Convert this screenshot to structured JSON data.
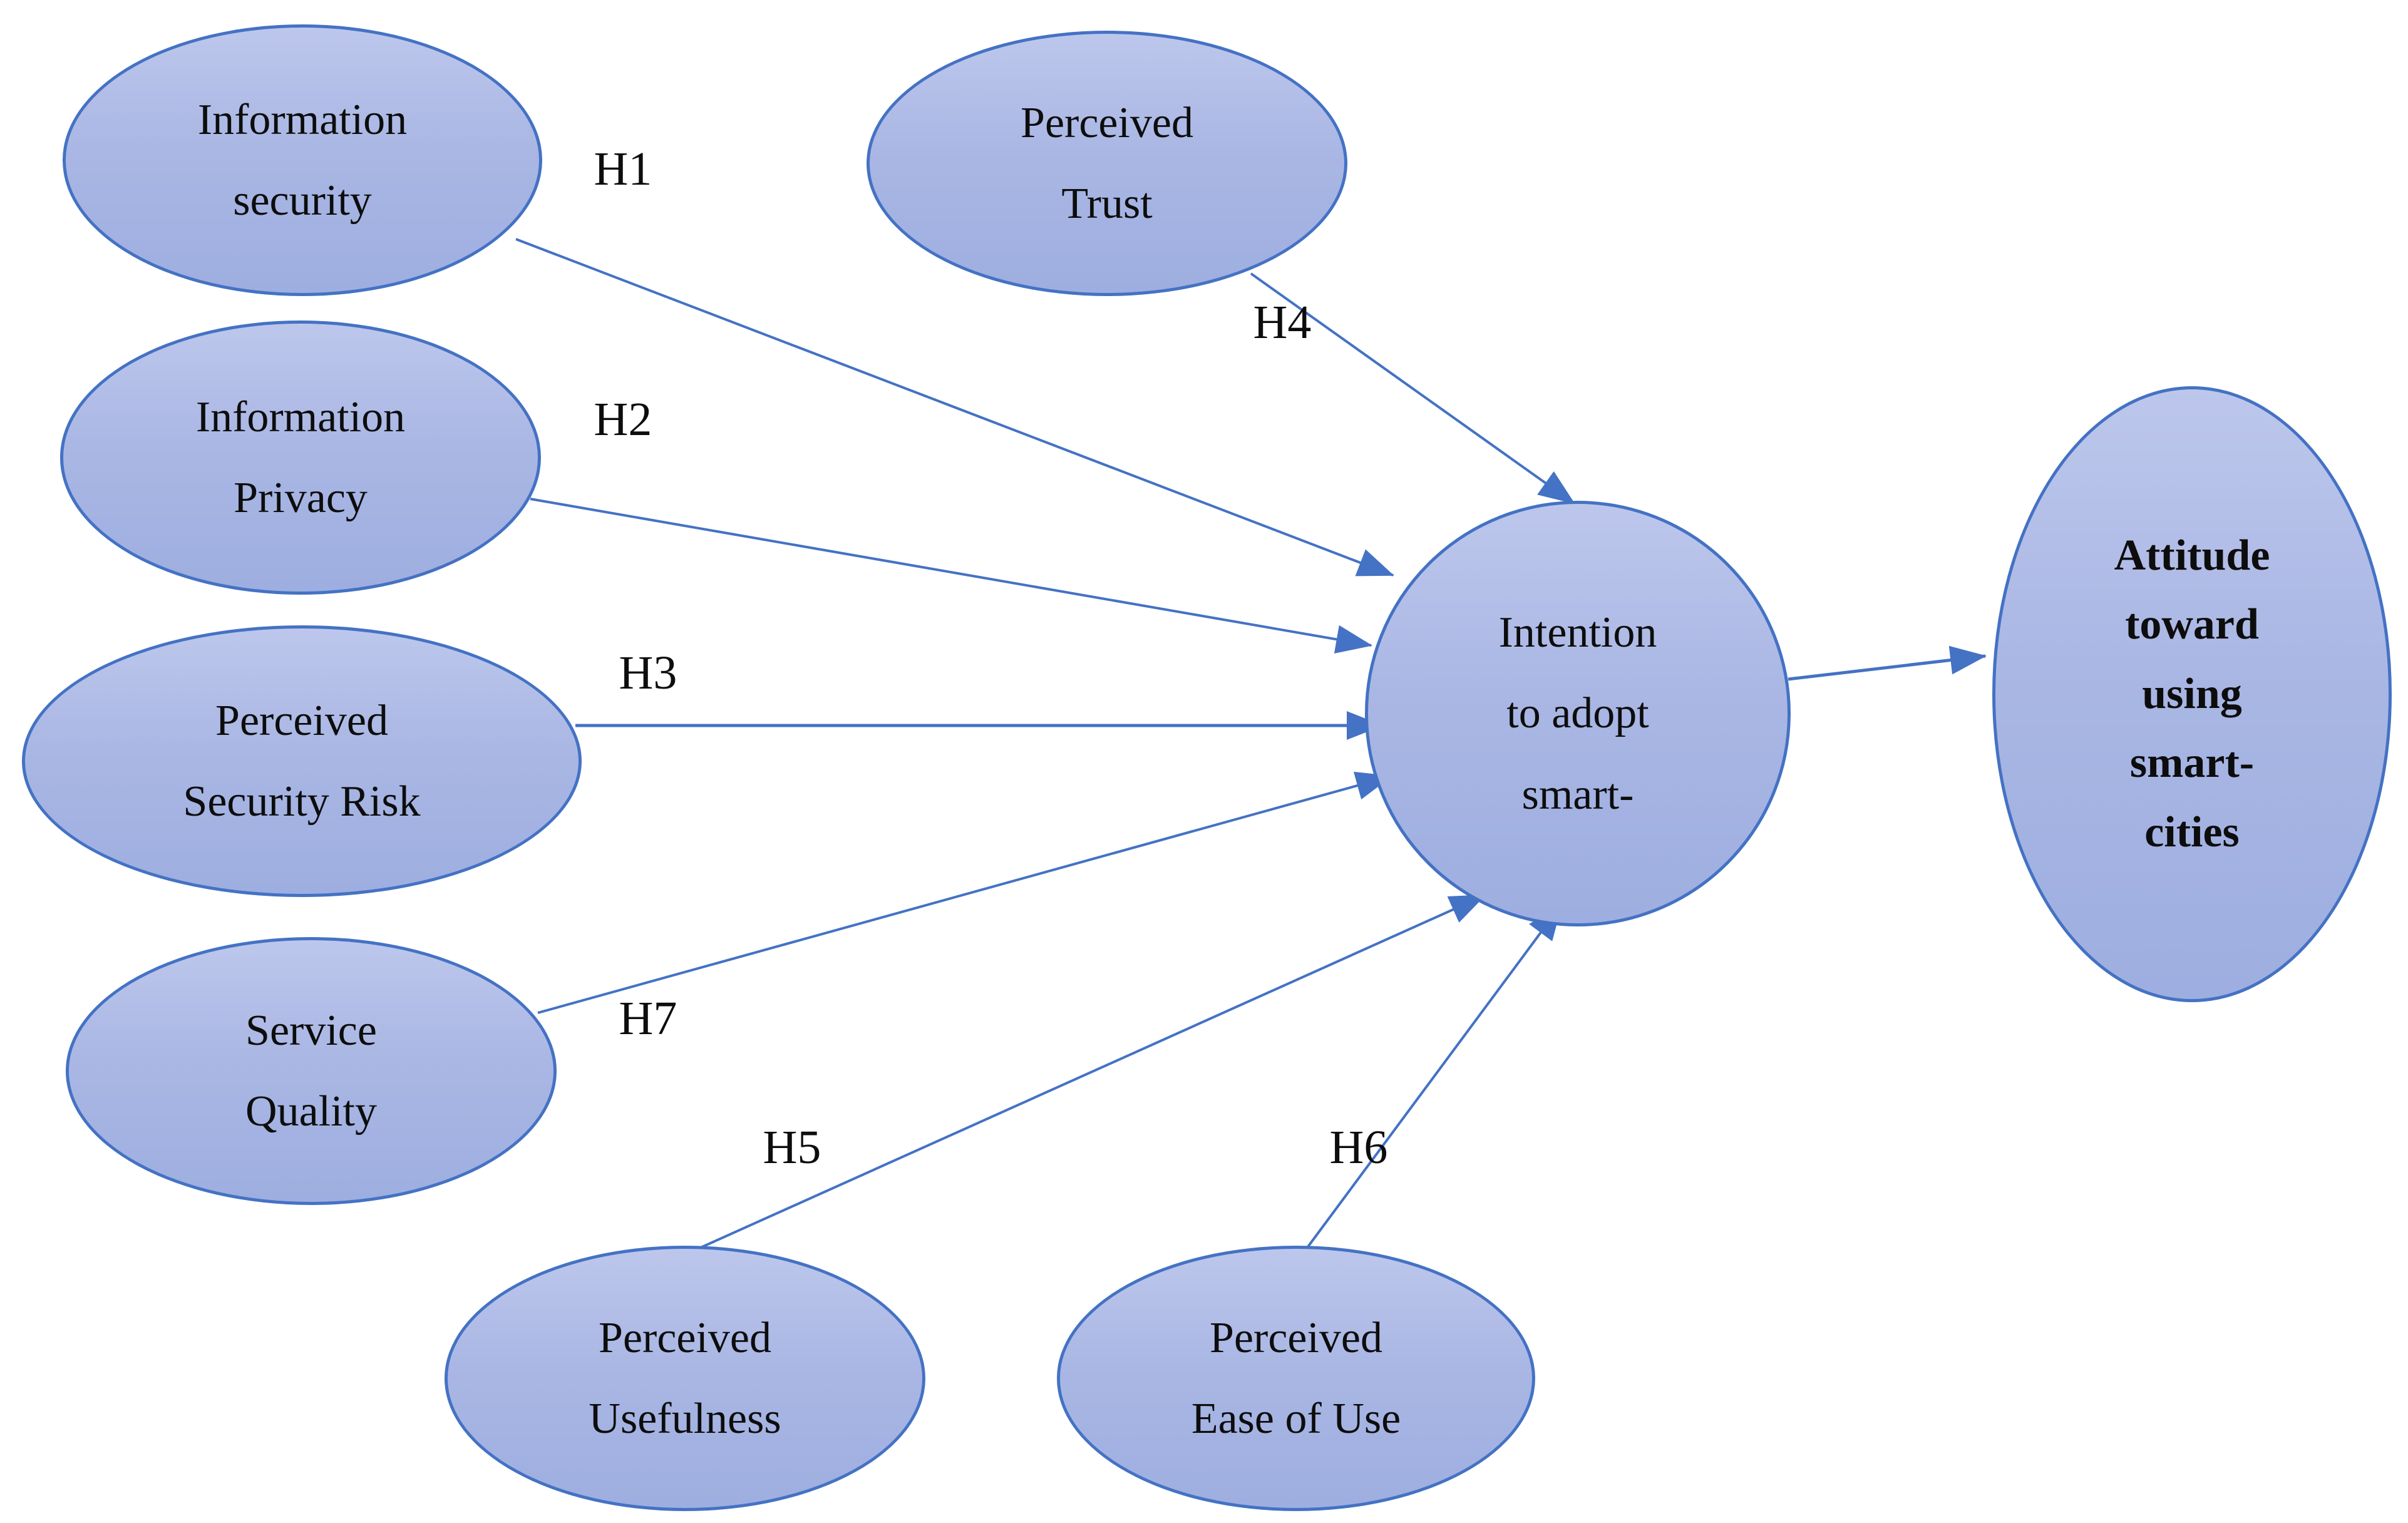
{
  "figure": {
    "background": "#ffffff",
    "colors": {
      "node_border": "#4472c4",
      "node_fill_top": "#bdc7ec",
      "node_fill_mid": "#aab7e4",
      "node_fill_bottom": "#9daee0",
      "arrow": "#4472c4",
      "text": "#0d0d0d"
    },
    "nodes": [
      {
        "id": "information-security",
        "lines": [
          "Information",
          "security"
        ]
      },
      {
        "id": "perceived-trust",
        "lines": [
          "Perceived",
          "Trust"
        ]
      },
      {
        "id": "information-privacy",
        "lines": [
          "Information",
          "Privacy"
        ]
      },
      {
        "id": "perceived-security-risk",
        "lines": [
          "Perceived",
          "Security Risk"
        ]
      },
      {
        "id": "service-quality",
        "lines": [
          "Service",
          "Quality"
        ]
      },
      {
        "id": "perceived-usefulness",
        "lines": [
          "Perceived",
          "Usefulness"
        ]
      },
      {
        "id": "perceived-ease-of-use",
        "lines": [
          "Perceived",
          "Ease of Use"
        ]
      },
      {
        "id": "intention-to-adopt",
        "lines": [
          "Intention",
          "to adopt",
          "smart-"
        ]
      },
      {
        "id": "attitude-toward-using",
        "lines": [
          "Attitude",
          "toward",
          "using",
          "smart-",
          "cities"
        ]
      }
    ],
    "edges": [
      {
        "label": "H1",
        "from": "information-security",
        "to": "intention-to-adopt"
      },
      {
        "label": "H2",
        "from": "information-privacy",
        "to": "intention-to-adopt"
      },
      {
        "label": "H3",
        "from": "perceived-security-risk",
        "to": "intention-to-adopt"
      },
      {
        "label": "H4",
        "from": "perceived-trust",
        "to": "intention-to-adopt"
      },
      {
        "label": "H5",
        "from": "perceived-usefulness",
        "to": "intention-to-adopt"
      },
      {
        "label": "H6",
        "from": "perceived-ease-of-use",
        "to": "intention-to-adopt"
      },
      {
        "label": "H7",
        "from": "service-quality",
        "to": "intention-to-adopt"
      },
      {
        "label": "",
        "from": "intention-to-adopt",
        "to": "attitude-toward-using"
      }
    ]
  }
}
